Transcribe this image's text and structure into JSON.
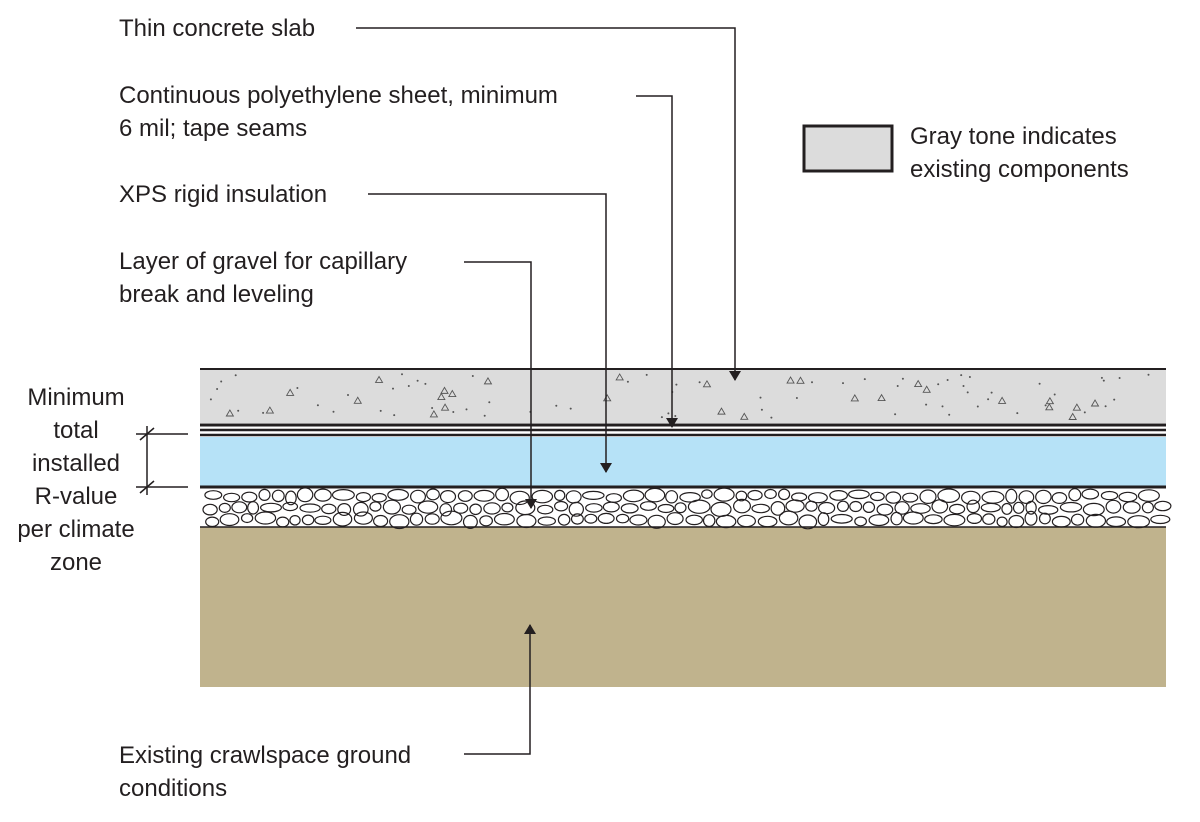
{
  "labels": {
    "slab": [
      "Thin concrete slab"
    ],
    "poly": [
      "Continuous polyethylene sheet, minimum",
      "6 mil; tape seams"
    ],
    "xps": [
      "XPS rigid insulation"
    ],
    "gravel": [
      "Layer of gravel for capillary",
      "break and leveling"
    ],
    "ground": [
      "Existing crawlspace ground",
      "conditions"
    ],
    "rvalue": [
      "Minimum",
      "total",
      "installed",
      "R-value",
      "per climate",
      "zone"
    ]
  },
  "legend": {
    "text": [
      "Gray tone indicates",
      "existing components"
    ],
    "swatch_color": "#dcdcdc"
  },
  "colors": {
    "concrete": "#dcdcdc",
    "insulation": "#b6e2f7",
    "ground": "#c0b38d",
    "gravel": "#ffffff",
    "ink": "#231f20"
  }
}
